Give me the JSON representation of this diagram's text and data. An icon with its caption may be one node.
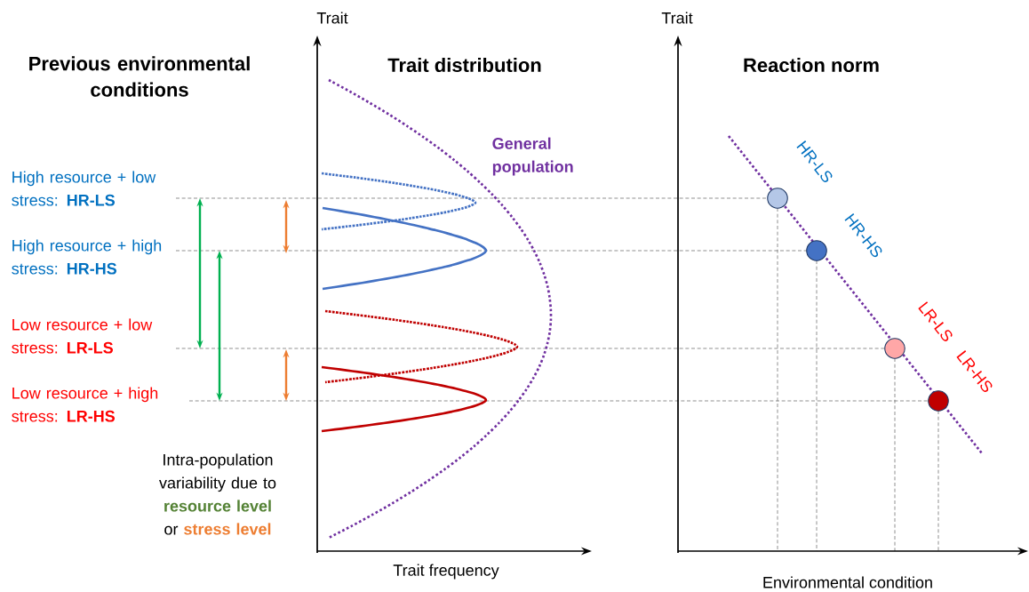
{
  "diagram": {
    "nodes": [
      {
        "text": [],
        "shape": "circle",
        "beside": [
          "HR-LS"
        ]
      },
      {
        "text": [],
        "shape": "circle",
        "beside": [
          "HR-HS"
        ]
      },
      {
        "text": [],
        "shape": "circle",
        "beside": [
          "LR-LS"
        ]
      },
      {
        "text": [],
        "shape": "circle",
        "beside": [
          "LR-HS"
        ]
      }
    ],
    "labels": [
      "Trait",
      "Trait",
      "Previous environmental conditions",
      "Trait distribution",
      "Reaction norm",
      "General population",
      "High resource + low stress: **HR-LS**",
      "High resource + high stress: **HR-HS**",
      "Low resource + low stress: **LR-LS**",
      "Low resource + high stress: **LR-HS**",
      "Intra-population variability due to",
      "resource level",
      "or",
      "stress level",
      "Trait frequency",
      "Environmental condition"
    ]
  }
}
